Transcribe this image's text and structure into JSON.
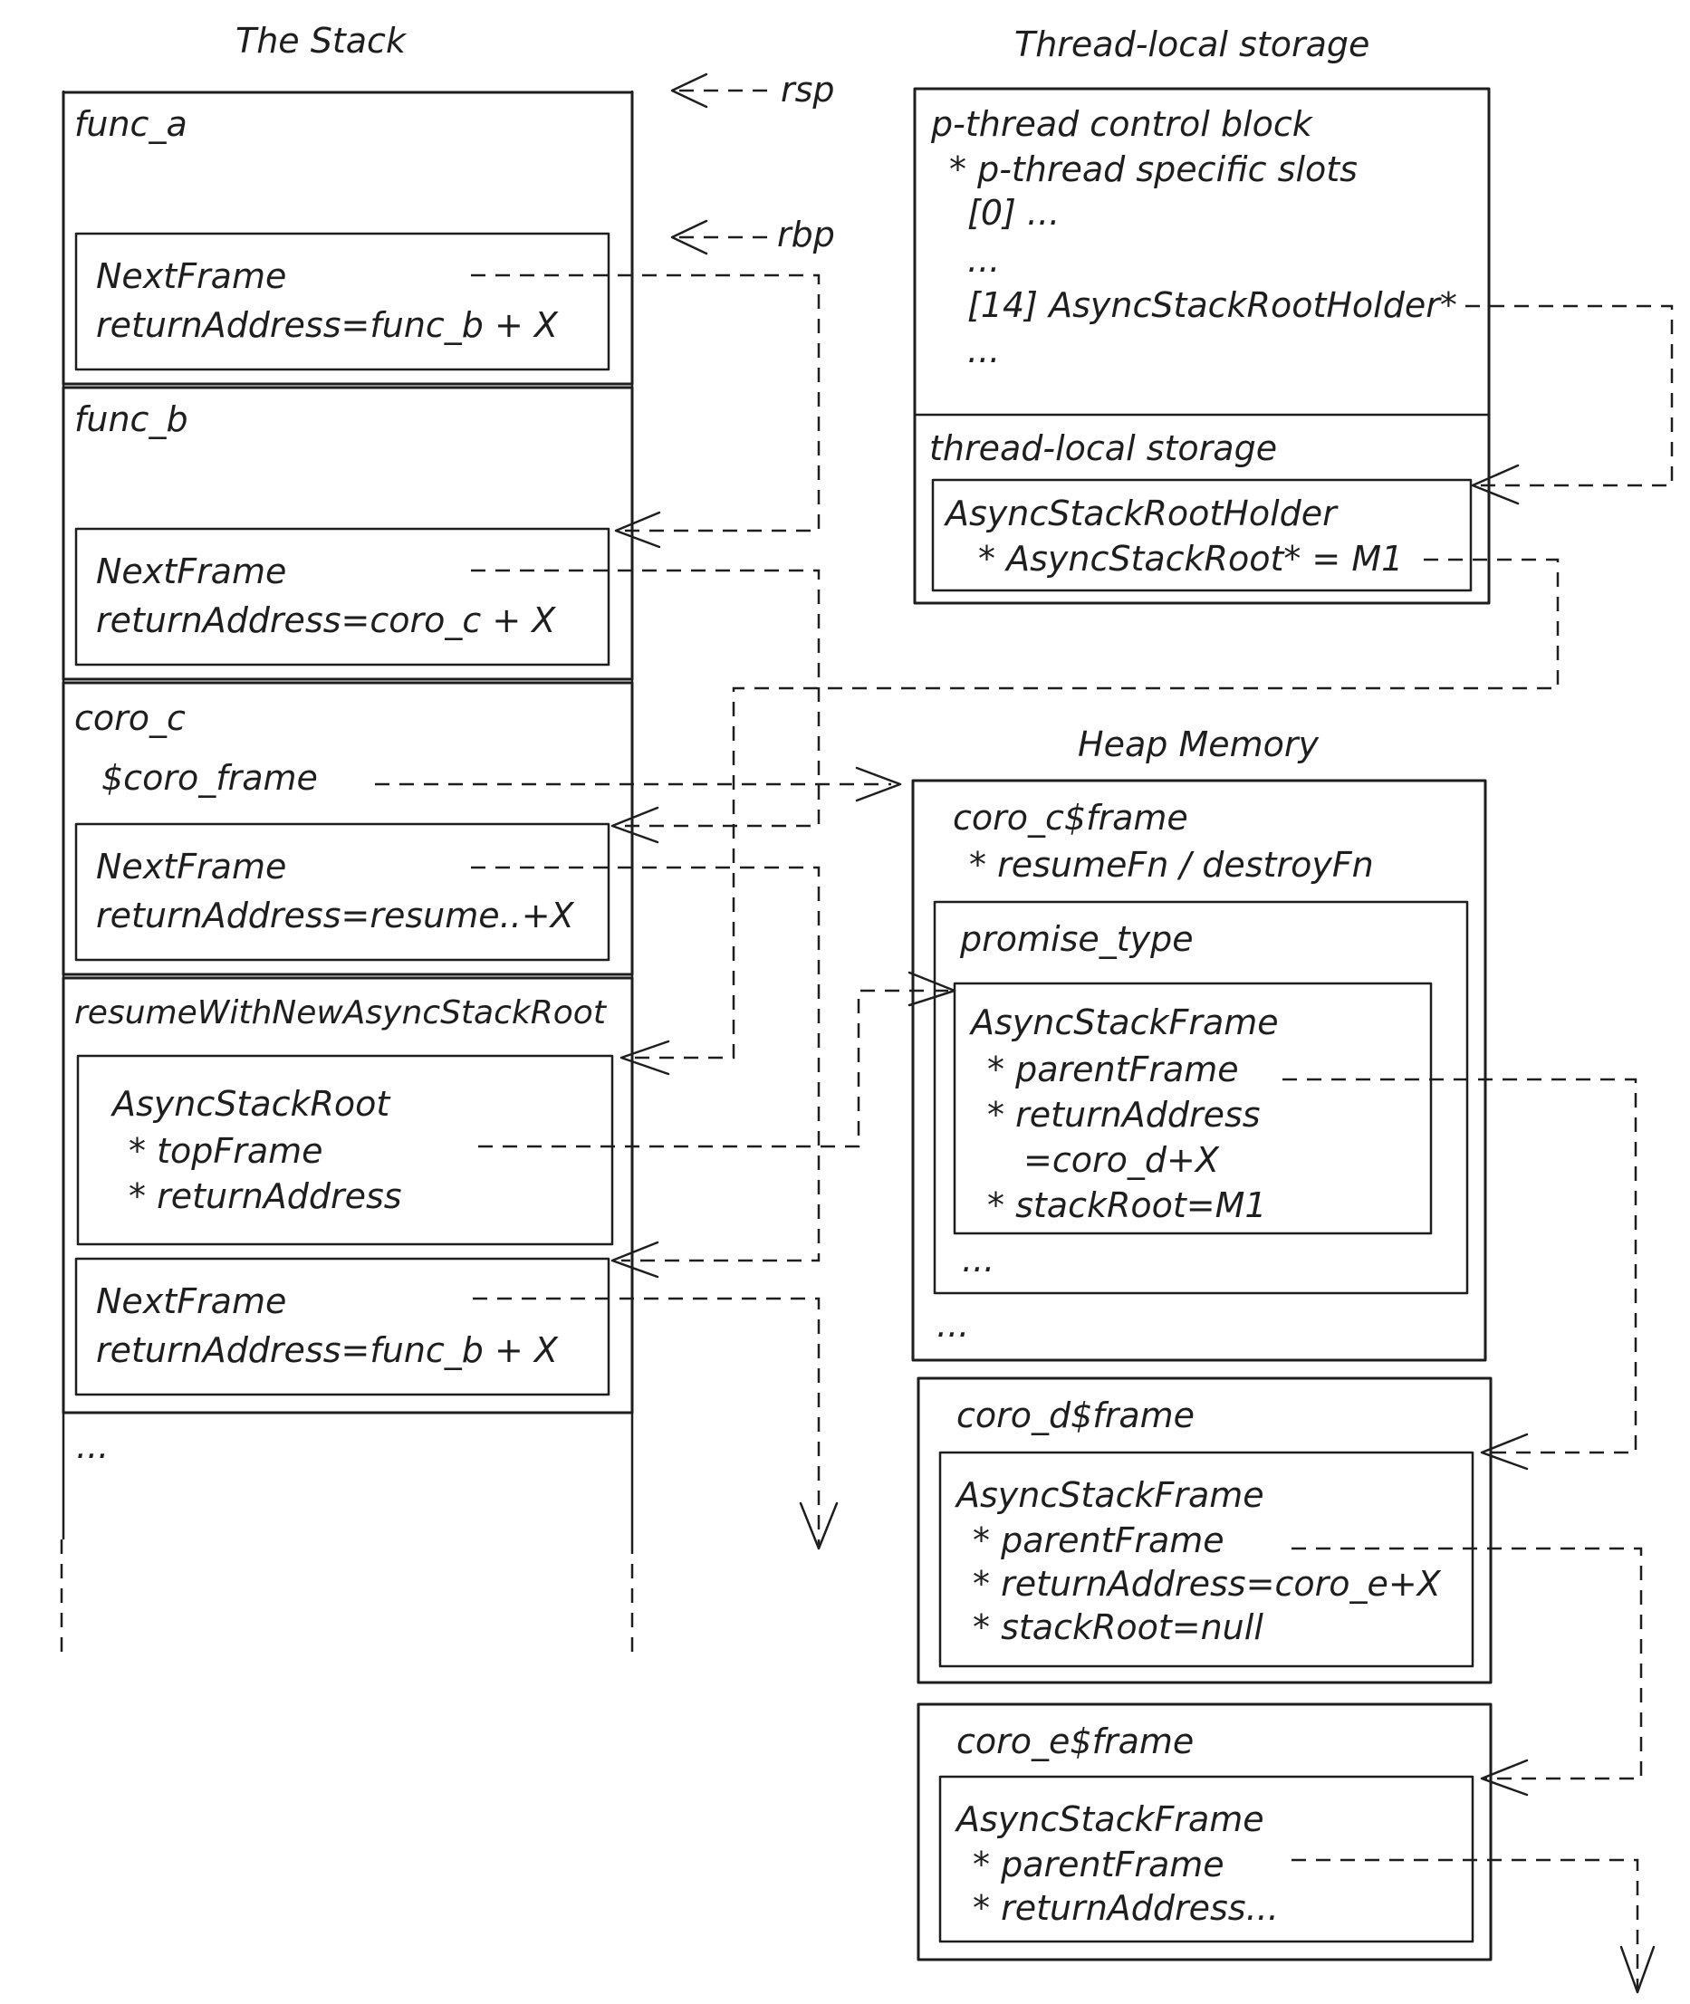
{
  "headings": {
    "stack": "The Stack",
    "tls": "Thread-local storage",
    "heap": "Heap Memory"
  },
  "registers": {
    "rsp": "rsp",
    "rbp": "rbp"
  },
  "stack": {
    "func_a": {
      "title": "func_a",
      "next_frame": "NextFrame",
      "return_address": "returnAddress=func_b + X"
    },
    "func_b": {
      "title": "func_b",
      "next_frame": "NextFrame",
      "return_address": "returnAddress=coro_c + X"
    },
    "coro_c": {
      "title": "coro_c",
      "coro_frame": "$coro_frame",
      "next_frame": "NextFrame",
      "return_address": "returnAddress=resume..+X"
    },
    "resume": {
      "title": "resumeWithNewAsyncStackRoot",
      "root_title": "AsyncStackRoot",
      "root_top_frame": "* topFrame",
      "root_return_address": "* returnAddress",
      "next_frame": "NextFrame",
      "return_address": "returnAddress=func_b + X"
    },
    "more": "..."
  },
  "tls": {
    "pthread": {
      "title": "p-thread control block",
      "slots": "* p-thread specific slots",
      "slot0": "[0] ...",
      "dots1": "...",
      "slot14": "[14] AsyncStackRootHolder*",
      "dots2": "..."
    },
    "storage": {
      "title": "thread-local storage",
      "holder_title": "AsyncStackRootHolder",
      "holder_field": "* AsyncStackRoot* = M1"
    }
  },
  "heap": {
    "coro_c_frame": {
      "title": "coro_c$frame",
      "fns": "* resumeFn / destroyFn",
      "promise": "promise_type",
      "asf_title": "AsyncStackFrame",
      "parent": "* parentFrame",
      "ret": "* returnAddress",
      "ret2": "=coro_d+X",
      "root": "* stackRoot=M1",
      "dots_inner": "...",
      "dots_outer": "..."
    },
    "coro_d_frame": {
      "title": "coro_d$frame",
      "asf_title": "AsyncStackFrame",
      "parent": "* parentFrame",
      "ret": "* returnAddress=coro_e+X",
      "root": "* stackRoot=null"
    },
    "coro_e_frame": {
      "title": "coro_e$frame",
      "asf_title": "AsyncStackFrame",
      "parent": "* parentFrame",
      "ret": "* returnAddress..."
    }
  }
}
